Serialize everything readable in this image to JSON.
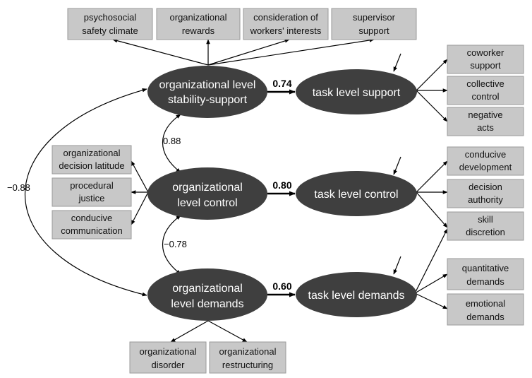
{
  "latent": {
    "org_support": [
      "organizational level",
      "stability-support"
    ],
    "org_control": [
      "organizational",
      "level control"
    ],
    "org_demands": [
      "organizational",
      "level demands"
    ],
    "task_support": "task level support",
    "task_control": "task level control",
    "task_demands": "task level demands"
  },
  "indicators": {
    "psychosocial": [
      "psychosocial",
      "safety climate"
    ],
    "rewards": [
      "organizational",
      "rewards"
    ],
    "consideration": [
      "consideration of",
      "workers' interests"
    ],
    "supervisor": [
      "supervisor",
      "support"
    ],
    "decision_latitude": [
      "organizational",
      "decision latitude"
    ],
    "procedural": [
      "procedural",
      "justice"
    ],
    "communication": [
      "conducive",
      "communication"
    ],
    "disorder": [
      "organizational",
      "disorder"
    ],
    "restructuring": [
      "organizational",
      "restructuring"
    ],
    "coworker": [
      "coworker",
      "support"
    ],
    "collective": [
      "collective",
      "control"
    ],
    "negative": [
      "negative",
      "acts"
    ],
    "development": [
      "conducive",
      "development"
    ],
    "decision_authority": [
      "decision",
      "authority"
    ],
    "skill": [
      "skill",
      "discretion"
    ],
    "quantitative": [
      "quantitative",
      "demands"
    ],
    "emotional": [
      "emotional",
      "demands"
    ]
  },
  "paths": {
    "support": "0.74",
    "control": "0.80",
    "demands": "0.60"
  },
  "correlations": {
    "support_control": "0.88",
    "control_demands": "−0.78",
    "support_demands": "−0.88"
  }
}
